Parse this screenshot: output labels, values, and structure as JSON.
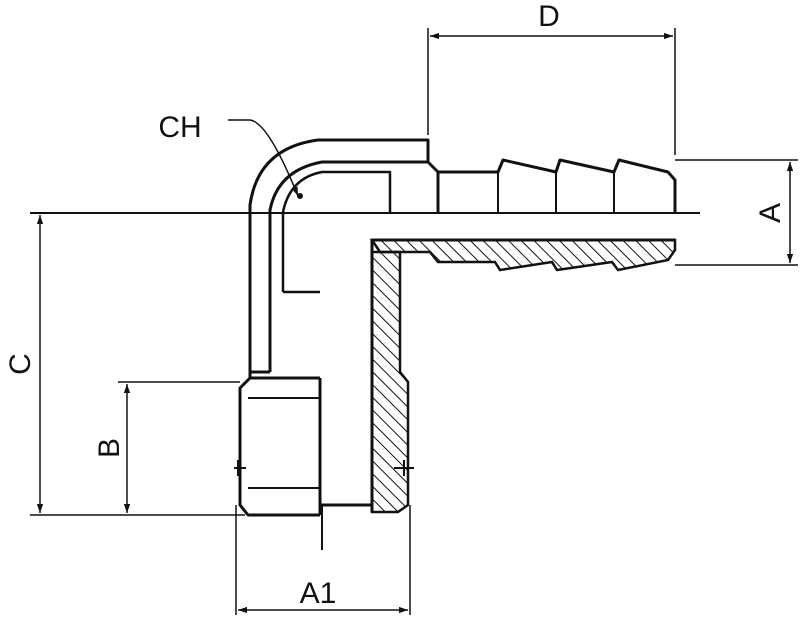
{
  "diagram": {
    "labels": {
      "D": "D",
      "CH": "CH",
      "A": "A",
      "C": "C",
      "B": "B",
      "A1": "A1"
    }
  }
}
